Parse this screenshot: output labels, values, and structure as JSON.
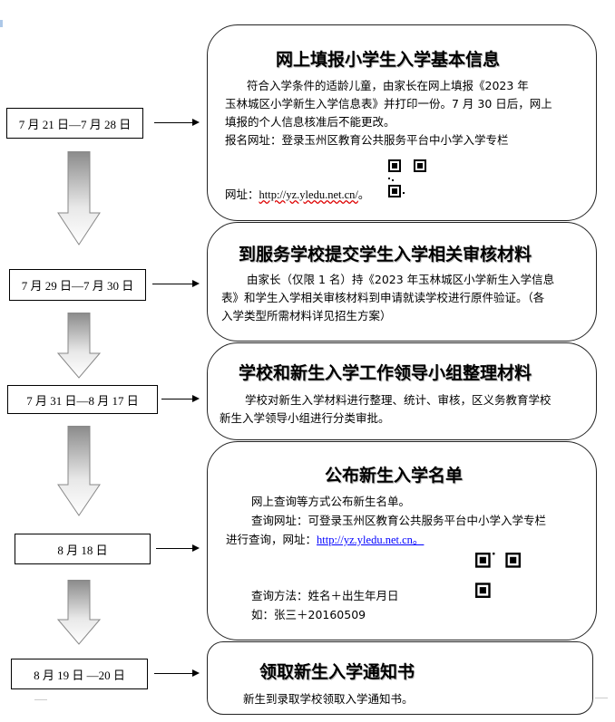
{
  "dates": [
    "7 月 21 日—7 月 28 日",
    "7 月 29 日—7 月 30 日",
    "7 月 31 日—8 月 17 日",
    "8 月 18 日",
    "8 月 19 日 —20 日"
  ],
  "steps": [
    {
      "title": "网上填报小学生入学基本信息",
      "lines": [
        "符合入学条件的适龄儿童，由家长在网上填报《2023 年",
        "玉林城区小学新生入学信息表》并打印一份。7 月 30 日后，网上",
        "填报的个人信息核准后不能更改。",
        "报名网址：登录玉州区教育公共服务平台中小学入学专栏"
      ],
      "url_label": "网址：",
      "url": "http://yz.yledu.net.cn/",
      "url_suffix": "。"
    },
    {
      "title": "到服务学校提交学生入学相关审核材料",
      "lines": [
        "由家长（仅限 1 名）持《2023 年玉林城区小学新生入学信息",
        "表》和学生入学相关审核材料到申请就读学校进行原件验证。（各",
        "入学类型所需材料详见招生方案）"
      ]
    },
    {
      "title": "学校和新生入学工作领导小组整理材料",
      "lines": [
        "学校对新生入学材料进行整理、统计、审核，区义务教育学校",
        "新生入学领导小组进行分类审批。"
      ]
    },
    {
      "title": "公布新生入学名单",
      "lines": [
        "网上查询等方式公布新生名单。",
        "查询网址：可登录玉州区教育公共服务平台中小学入学专栏",
        "进行查询，网址：",
        "查询方法：姓名＋出生年月日",
        "如：张三＋20160509"
      ],
      "url": "http://yz.yledu.net.cn。"
    },
    {
      "title": "领取新生入学通知书",
      "lines": [
        "新生到录取学校领取入学通知书。"
      ]
    }
  ]
}
